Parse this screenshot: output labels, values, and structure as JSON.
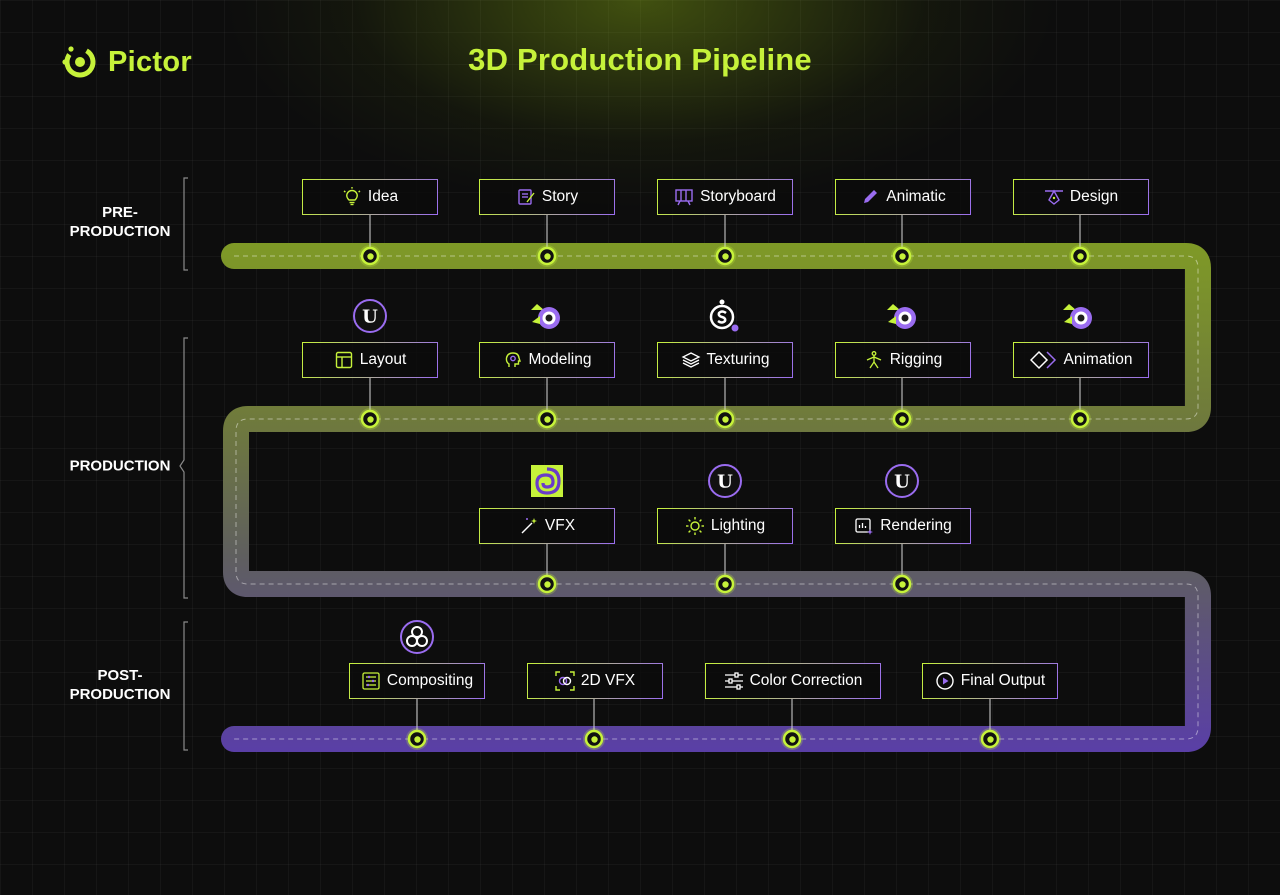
{
  "logo": {
    "text": "Pictor",
    "icon": "pictor-logo-icon"
  },
  "title": "3D Production Pipeline",
  "colors": {
    "accent": "#c6f23a",
    "purple": "#9a6cf0",
    "background": "#0d0d0d"
  },
  "phases": [
    {
      "id": "pre",
      "line1": "PRE-",
      "line2": "PRODUCTION"
    },
    {
      "id": "prod",
      "line1": "PRODUCTION",
      "line2": ""
    },
    {
      "id": "post",
      "line1": "POST-",
      "line2": "PRODUCTION"
    }
  ],
  "steps": {
    "idea": {
      "label": "Idea",
      "icon": "lightbulb-icon"
    },
    "story": {
      "label": "Story",
      "icon": "script-icon"
    },
    "storyboard": {
      "label": "Storyboard",
      "icon": "storyboard-icon"
    },
    "animatic": {
      "label": "Animatic",
      "icon": "pencil-icon"
    },
    "design": {
      "label": "Design",
      "icon": "pen-tool-icon"
    },
    "layout": {
      "label": "Layout",
      "icon": "layout-icon",
      "tool": "unreal-engine-icon"
    },
    "modeling": {
      "label": "Modeling",
      "icon": "head-model-icon",
      "tool": "blender-icon"
    },
    "texturing": {
      "label": "Texturing",
      "icon": "layers-icon",
      "tool": "substance-icon"
    },
    "rigging": {
      "label": "Rigging",
      "icon": "skeleton-icon",
      "tool": "blender-icon"
    },
    "animation": {
      "label": "Animation",
      "icon": "diamond-frames-icon",
      "tool": "blender-icon"
    },
    "vfx": {
      "label": "VFX",
      "icon": "magic-wand-icon",
      "tool": "houdini-icon"
    },
    "lighting": {
      "label": "Lighting",
      "icon": "sun-icon",
      "tool": "unreal-engine-icon"
    },
    "rendering": {
      "label": "Rendering",
      "icon": "render-chart-icon",
      "tool": "unreal-engine-icon"
    },
    "compositing": {
      "label": "Compositing",
      "icon": "node-graph-icon",
      "tool": "davinci-resolve-icon"
    },
    "vfx2d": {
      "label": "2D VFX",
      "icon": "focus-frame-icon"
    },
    "color": {
      "label": "Color Correction",
      "icon": "sliders-icon"
    },
    "output": {
      "label": "Final Output",
      "icon": "play-circle-icon"
    }
  }
}
